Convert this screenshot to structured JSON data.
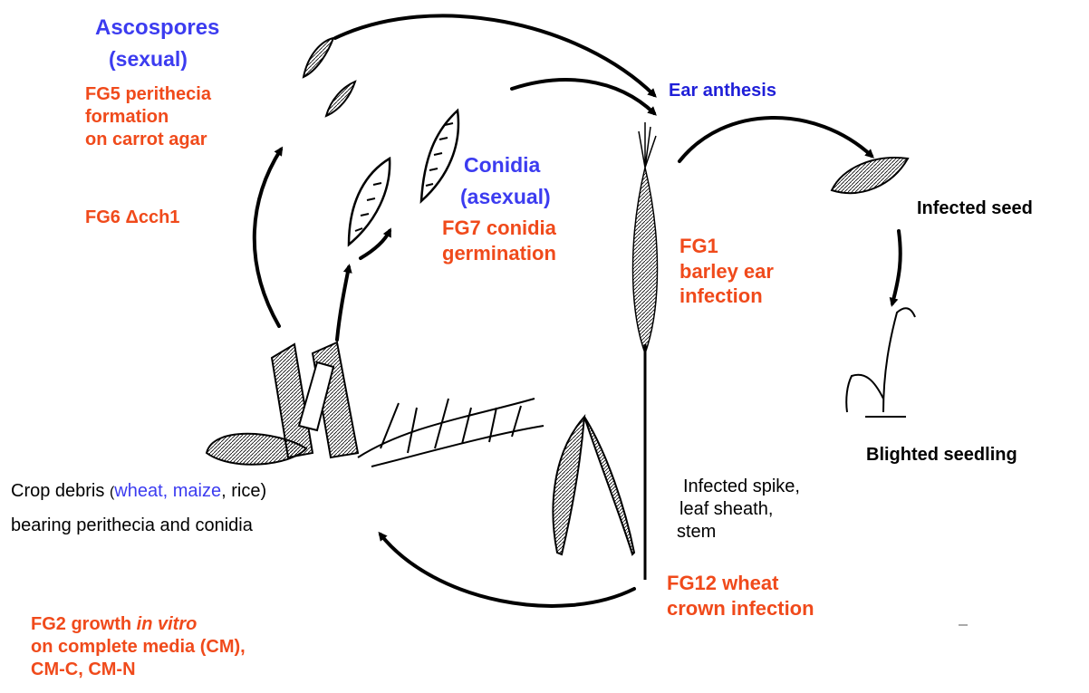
{
  "labels": {
    "ascospores": "Ascospores",
    "sexual": "(sexual)",
    "fg5": [
      "FG5 perithecia",
      "formation",
      "on carrot agar"
    ],
    "fg6": "FG6 Δcch1",
    "conidia": "Conidia",
    "asexual": "(asexual)",
    "fg7": [
      "FG7 conidia",
      "germination"
    ],
    "ear_anthesis": "Ear anthesis",
    "infected_seed": "Infected seed",
    "fg1": [
      "FG1",
      "barley ear",
      "infection"
    ],
    "blighted_seedling": "Blighted seedling",
    "crop_debris_prefix": "Crop debris ",
    "crop_debris_open": "(",
    "crop_debris_blue": "wheat, maize",
    "crop_debris_rest": ", rice)",
    "crop_debris_line2": "bearing perithecia and conidia",
    "infected_spike": [
      "Infected spike,",
      "leaf sheath,",
      "stem"
    ],
    "fg12": [
      "FG12 wheat",
      "crown infection"
    ],
    "fg2_prefix": "FG2 growth ",
    "fg2_italic": "in vitro",
    "fg2_rest": [
      "on complete media (CM),",
      "CM-C, CM-N"
    ]
  },
  "colors": {
    "red": "#f04a1b",
    "blue": "#3c3cf0",
    "navy": "#1f1fd8",
    "black": "#000000"
  }
}
